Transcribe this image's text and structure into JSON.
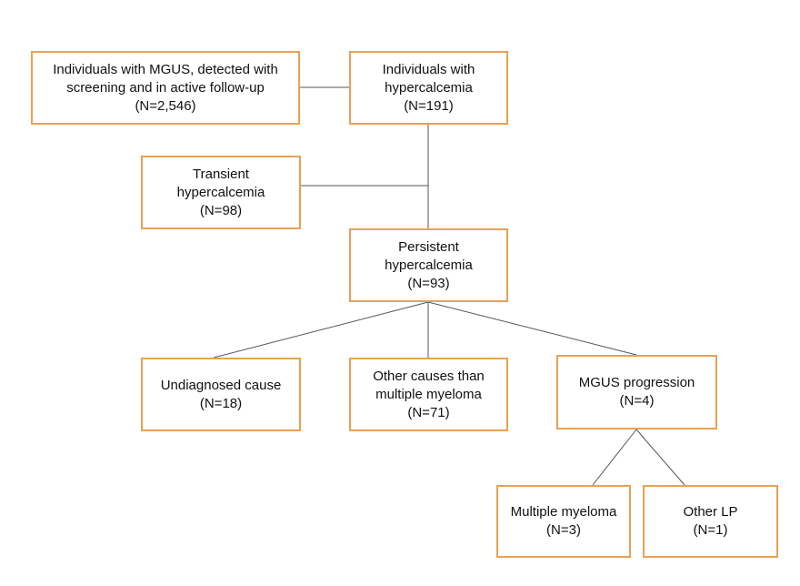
{
  "colors": {
    "box_border": "#e8a156",
    "connector": "#555555",
    "text": "#111111"
  },
  "nodes": {
    "mgus": {
      "lines": [
        "Individuals with MGUS, detected with",
        "screening and in active follow-up"
      ],
      "count": "(N=2,546)"
    },
    "hypercalcemia": {
      "lines": [
        "Individuals with",
        "hypercalcemia"
      ],
      "count": "(N=191)"
    },
    "transient": {
      "lines": [
        "Transient",
        "hypercalcemia"
      ],
      "count": "(N=98)"
    },
    "persistent": {
      "lines": [
        "Persistent",
        "hypercalcemia"
      ],
      "count": "(N=93)"
    },
    "undiagnosed": {
      "lines": [
        "Undiagnosed cause"
      ],
      "count": "(N=18)"
    },
    "other_causes": {
      "lines": [
        "Other causes than",
        "multiple myeloma"
      ],
      "count": "(N=71)"
    },
    "progression": {
      "lines": [
        "MGUS progression"
      ],
      "count": "(N=4)"
    },
    "myeloma": {
      "lines": [
        "Multiple myeloma"
      ],
      "count": "(N=3)"
    },
    "other_lp": {
      "lines": [
        "Other LP"
      ],
      "count": "(N=1)"
    }
  },
  "edges": [
    [
      "mgus",
      "hypercalcemia"
    ],
    [
      "hypercalcemia",
      "transient"
    ],
    [
      "hypercalcemia",
      "persistent"
    ],
    [
      "persistent",
      "undiagnosed"
    ],
    [
      "persistent",
      "other_causes"
    ],
    [
      "persistent",
      "progression"
    ],
    [
      "progression",
      "myeloma"
    ],
    [
      "progression",
      "other_lp"
    ]
  ]
}
